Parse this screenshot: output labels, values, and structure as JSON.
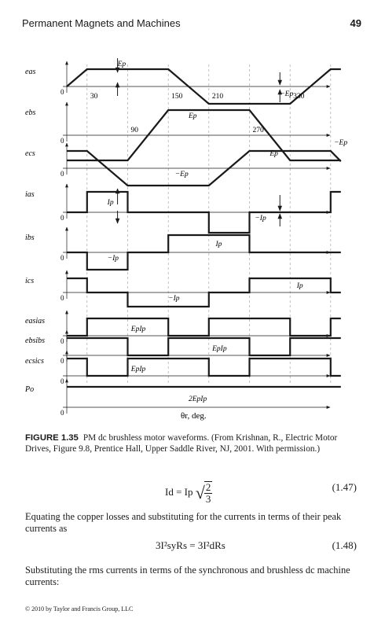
{
  "header": {
    "running_title": "Permanent Magnets and Machines",
    "page_number": "49"
  },
  "figure": {
    "axis_label": "θr, deg.",
    "angle_marks": [
      "30",
      "90",
      "150",
      "210",
      "270",
      "330"
    ],
    "rows": [
      {
        "id": "eas",
        "label": "eas",
        "levels": [
          [
            "Ep",
            0.5
          ],
          [
            "−Ep",
            0.5
          ]
        ]
      },
      {
        "id": "ebs",
        "label": "ebs",
        "levels": [
          [
            "Ep",
            0.5
          ],
          [
            "−Ep",
            0.5
          ]
        ]
      },
      {
        "id": "ecs",
        "label": "ecs",
        "levels": [
          [
            "Ep",
            0.5
          ],
          [
            "−Ep",
            0.5
          ]
        ]
      },
      {
        "id": "ias",
        "label": "ias",
        "levels": [
          [
            "Ip",
            0.5
          ],
          [
            "−Ip",
            0.5
          ]
        ]
      },
      {
        "id": "ibs",
        "label": "ibs",
        "levels": [
          [
            "Ip",
            0.5
          ],
          [
            "−Ip",
            0.5
          ]
        ]
      },
      {
        "id": "ics",
        "label": "ics",
        "levels": [
          [
            "Ip",
            0.5
          ],
          [
            "−Ip",
            0.5
          ]
        ]
      },
      {
        "id": "easias",
        "label": "easias",
        "levels": [
          [
            "EpIp",
            0.5
          ]
        ]
      },
      {
        "id": "ebsibs",
        "label": "ebsibs",
        "levels": [
          [
            "EpIp",
            0.5
          ]
        ]
      },
      {
        "id": "ecsics",
        "label": "ecsics",
        "levels": [
          [
            "EpIp",
            0.5
          ]
        ]
      },
      {
        "id": "po",
        "label": "Po",
        "levels": [
          [
            "2EpIp",
            0.5
          ]
        ]
      }
    ]
  },
  "caption": {
    "label": "FIGURE 1.35",
    "text": "PM dc brushless motor waveforms. (From Krishnan, R., Electric Motor Drives, Figure 9.8, Prentice Hall, Upper Saddle River, NJ, 2001. With permission.)"
  },
  "equations": [
    {
      "lhs": "Id = Ip",
      "radicand_num": "2",
      "radicand_den": "3",
      "number": "(1.47)"
    },
    {
      "text": "3I²syRs = 3I²dRs",
      "number": "(1.48)"
    }
  ],
  "paragraphs": [
    "Equating the copper losses and substituting for the currents in terms of their peak currents as",
    "Substituting the rms currents in terms of the synchronous and brushless dc machine currents:"
  ],
  "footer": "© 2010 by Taylor and Francis Group, LLC"
}
